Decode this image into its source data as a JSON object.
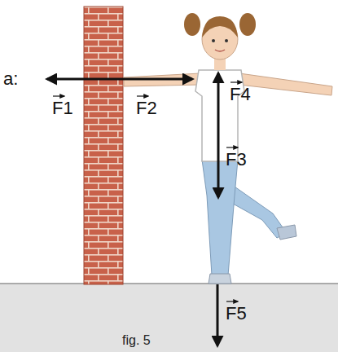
{
  "diagram": {
    "labels": [
      "a:",
      "F1",
      "F2",
      "F4",
      "F3",
      "F5",
      "fig. 5"
    ]
  }
}
